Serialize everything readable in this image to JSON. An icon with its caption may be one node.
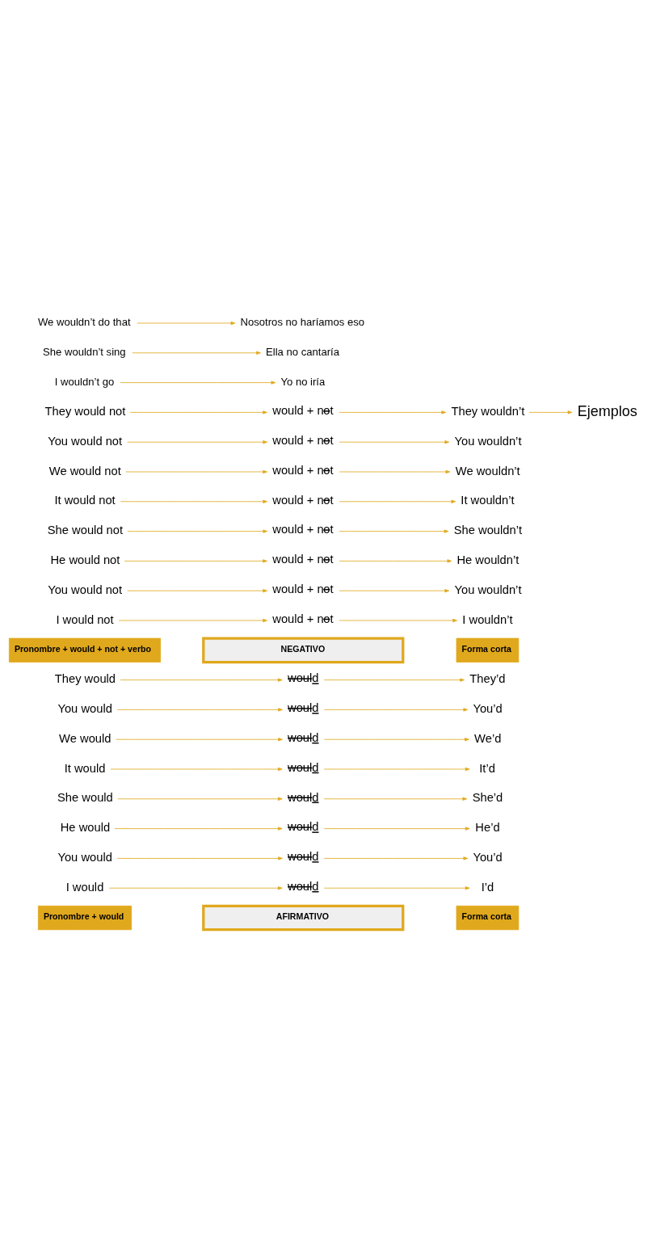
{
  "diagram": {
    "nodes": [
      {
        "text": [
          "AFIRMATIVO"
        ]
      },
      {
        "text": [
          "Pronombre + would"
        ]
      },
      {
        "text": [
          "Forma corta"
        ]
      },
      {
        "text": [
          "I would"
        ]
      },
      {
        "text": [
          "would"
        ]
      },
      {
        "text": [
          "I’d"
        ]
      },
      {
        "text": [
          "You would"
        ]
      },
      {
        "text": [
          "would"
        ]
      },
      {
        "text": [
          "You’d"
        ]
      },
      {
        "text": [
          "He would"
        ]
      },
      {
        "text": [
          "would"
        ]
      },
      {
        "text": [
          "He’d"
        ]
      },
      {
        "text": [
          "She would"
        ]
      },
      {
        "text": [
          "would"
        ]
      },
      {
        "text": [
          "She’d"
        ]
      },
      {
        "text": [
          "It would"
        ]
      },
      {
        "text": [
          "would"
        ]
      },
      {
        "text": [
          "It’d"
        ]
      },
      {
        "text": [
          "We would"
        ]
      },
      {
        "text": [
          "would"
        ]
      },
      {
        "text": [
          "We’d"
        ]
      },
      {
        "text": [
          "You would"
        ]
      },
      {
        "text": [
          "would"
        ]
      },
      {
        "text": [
          "You’d"
        ]
      },
      {
        "text": [
          "They would"
        ]
      },
      {
        "text": [
          "would"
        ]
      },
      {
        "text": [
          "They’d"
        ]
      },
      {
        "text": [
          "NEGATIVO"
        ]
      },
      {
        "text": [
          "Pronombre + would + not + verbo"
        ]
      },
      {
        "text": [
          "Forma corta"
        ]
      },
      {
        "text": [
          "I would not"
        ]
      },
      {
        "text": [
          "would + not"
        ]
      },
      {
        "text": [
          "I wouldn’t"
        ]
      },
      {
        "text": [
          "You would not"
        ]
      },
      {
        "text": [
          "would + not"
        ]
      },
      {
        "text": [
          "You wouldn’t"
        ]
      },
      {
        "text": [
          "He would not"
        ]
      },
      {
        "text": [
          "would + not"
        ]
      },
      {
        "text": [
          "He wouldn’t"
        ]
      },
      {
        "text": [
          "She would not"
        ]
      },
      {
        "text": [
          "would + not"
        ]
      },
      {
        "text": [
          "She wouldn’t"
        ]
      },
      {
        "text": [
          "It would not"
        ]
      },
      {
        "text": [
          "would + not"
        ]
      },
      {
        "text": [
          "It wouldn’t"
        ]
      },
      {
        "text": [
          "We would not"
        ]
      },
      {
        "text": [
          "would + not"
        ]
      },
      {
        "text": [
          "We wouldn’t"
        ]
      },
      {
        "text": [
          "You would not"
        ]
      },
      {
        "text": [
          "would + not"
        ]
      },
      {
        "text": [
          "You wouldn’t"
        ]
      },
      {
        "text": [
          "They would not"
        ]
      },
      {
        "text": [
          "would + not"
        ]
      },
      {
        "text": [
          "They wouldn’t"
        ]
      },
      {
        "text": [
          "Ejemplos"
        ]
      },
      {
        "text": [
          "I wouldn’t go"
        ]
      },
      {
        "text": [
          "Yo no iría"
        ]
      },
      {
        "text": [
          "She wouldn’t sing"
        ]
      },
      {
        "text": [
          "Ella no cantaría"
        ]
      },
      {
        "text": [
          "We wouldn’t do that"
        ]
      },
      {
        "text": [
          "Nosotros no haríamos eso"
        ]
      }
    ],
    "edges": [
      {
        "from": 3,
        "to": 4,
        "arrow": "to"
      },
      {
        "from": 4,
        "to": 5,
        "arrow": "to"
      },
      {
        "from": 6,
        "to": 7,
        "arrow": "to"
      },
      {
        "from": 7,
        "to": 8,
        "arrow": "to"
      },
      {
        "from": 9,
        "to": 10,
        "arrow": "to"
      },
      {
        "from": 10,
        "to": 11,
        "arrow": "to"
      },
      {
        "from": 12,
        "to": 13,
        "arrow": "to"
      },
      {
        "from": 13,
        "to": 14,
        "arrow": "to"
      },
      {
        "from": 15,
        "to": 16,
        "arrow": "to"
      },
      {
        "from": 16,
        "to": 17,
        "arrow": "to"
      },
      {
        "from": 18,
        "to": 19,
        "arrow": "to"
      },
      {
        "from": 19,
        "to": 20,
        "arrow": "to"
      },
      {
        "from": 21,
        "to": 22,
        "arrow": "to"
      },
      {
        "from": 22,
        "to": 23,
        "arrow": "to"
      },
      {
        "from": 24,
        "to": 25,
        "arrow": "to"
      },
      {
        "from": 25,
        "to": 26,
        "arrow": "to"
      },
      {
        "from": 30,
        "to": 31,
        "arrow": "to"
      },
      {
        "from": 31,
        "to": 32,
        "arrow": "to"
      },
      {
        "from": 33,
        "to": 34,
        "arrow": "to"
      },
      {
        "from": 34,
        "to": 35,
        "arrow": "to"
      },
      {
        "from": 36,
        "to": 37,
        "arrow": "to"
      },
      {
        "from": 37,
        "to": 38,
        "arrow": "to"
      },
      {
        "from": 39,
        "to": 40,
        "arrow": "to"
      },
      {
        "from": 40,
        "to": 41,
        "arrow": "to"
      },
      {
        "from": 42,
        "to": 43,
        "arrow": "to"
      },
      {
        "from": 43,
        "to": 44,
        "arrow": "to"
      },
      {
        "from": 45,
        "to": 46,
        "arrow": "to"
      },
      {
        "from": 46,
        "to": 47,
        "arrow": "to"
      },
      {
        "from": 48,
        "to": 49,
        "arrow": "to"
      },
      {
        "from": 49,
        "to": 50,
        "arrow": "to"
      },
      {
        "from": 51,
        "to": 52,
        "arrow": "to"
      },
      {
        "from": 52,
        "to": 53,
        "arrow": "to"
      },
      {
        "from": 53,
        "to": 54,
        "arrow": "to"
      },
      {
        "from": 55,
        "to": 56,
        "arrow": "to"
      },
      {
        "from": 57,
        "to": 58,
        "arrow": "to"
      },
      {
        "from": 59,
        "to": 60,
        "arrow": "to"
      }
    ]
  }
}
